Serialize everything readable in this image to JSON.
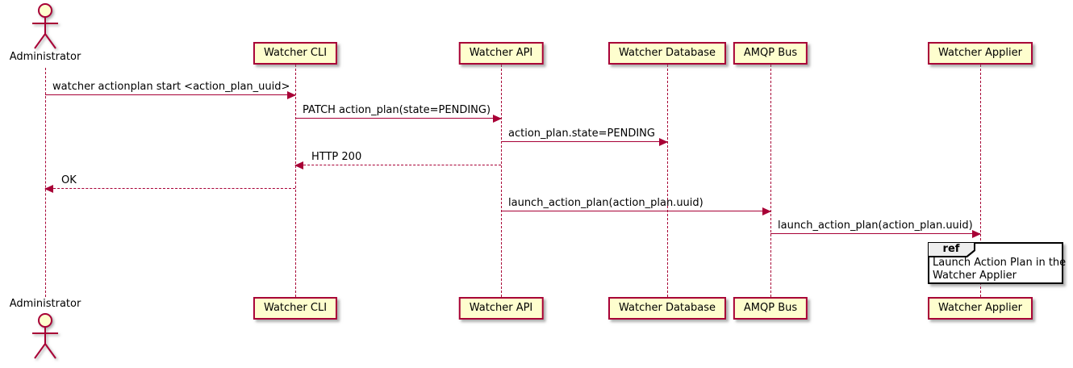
{
  "diagram_type": "sequence",
  "colors": {
    "accent": "#A80036",
    "participant_fill": "#FEFECE",
    "ref_header_fill": "#EEEEEE",
    "background": "#FFFFFF"
  },
  "actor": {
    "label": "Administrator"
  },
  "participants": [
    {
      "label": "Watcher CLI"
    },
    {
      "label": "Watcher API"
    },
    {
      "label": "Watcher Database"
    },
    {
      "label": "AMQP Bus"
    },
    {
      "label": "Watcher Applier"
    }
  ],
  "messages": [
    {
      "label": "watcher actionplan start <action_plan_uuid>",
      "from": "Administrator",
      "to": "Watcher CLI",
      "line": "solid",
      "direction": "right"
    },
    {
      "label": "PATCH action_plan(state=PENDING)",
      "from": "Watcher CLI",
      "to": "Watcher API",
      "line": "solid",
      "direction": "right"
    },
    {
      "label": "action_plan.state=PENDING",
      "from": "Watcher API",
      "to": "Watcher Database",
      "line": "solid",
      "direction": "right"
    },
    {
      "label": "HTTP 200",
      "from": "Watcher API",
      "to": "Watcher CLI",
      "line": "dashed",
      "direction": "left"
    },
    {
      "label": "OK",
      "from": "Watcher CLI",
      "to": "Administrator",
      "line": "dashed",
      "direction": "left"
    },
    {
      "label": "launch_action_plan(action_plan.uuid)",
      "from": "Watcher API",
      "to": "AMQP Bus",
      "line": "solid",
      "direction": "right"
    },
    {
      "label": "launch_action_plan(action_plan.uuid)",
      "from": "AMQP Bus",
      "to": "Watcher Applier",
      "line": "solid",
      "direction": "right"
    }
  ],
  "ref": {
    "keyword": "ref",
    "lines": [
      "Launch Action Plan in the",
      "Watcher Applier"
    ]
  }
}
